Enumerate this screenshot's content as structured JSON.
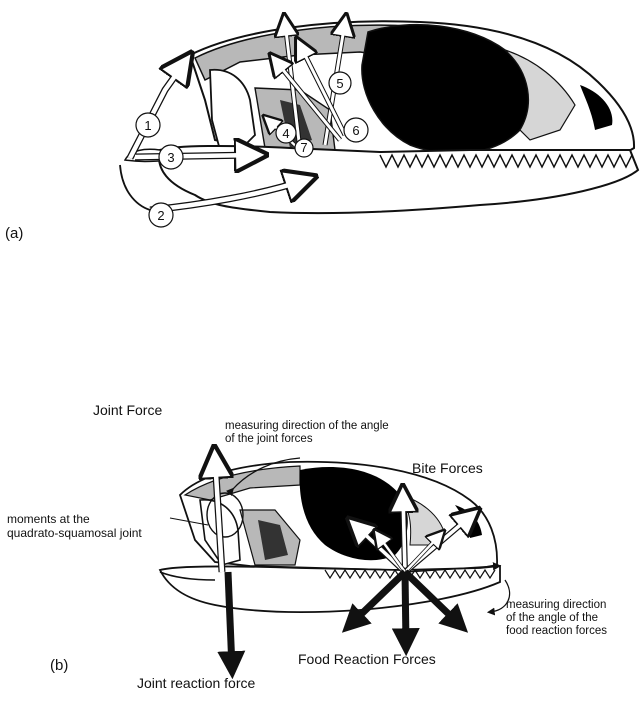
{
  "panel_a": {
    "letter": "(a)",
    "markers": [
      "1",
      "2",
      "3",
      "4",
      "5",
      "6",
      "7"
    ]
  },
  "panel_b": {
    "letter": "(b)",
    "joint_force": "Joint Force",
    "joint_angle_note": [
      "measuring direction of the angle",
      "of the joint forces"
    ],
    "bite_forces": "Bite Forces",
    "moments_note": [
      "moments at the",
      "quadrato-squamosal joint"
    ],
    "food_angle_note": [
      "measuring direction",
      "of the angle of the",
      "food reaction forces"
    ],
    "food_reaction_forces": "Food Reaction Forces",
    "joint_reaction_force": "Joint reaction force"
  },
  "colors": {
    "bone_outline": "#111111",
    "dark_fenestra": "#000000",
    "grey_region": "#b8b8b8",
    "light_grey": "#d6d6d6",
    "background": "#ffffff"
  }
}
